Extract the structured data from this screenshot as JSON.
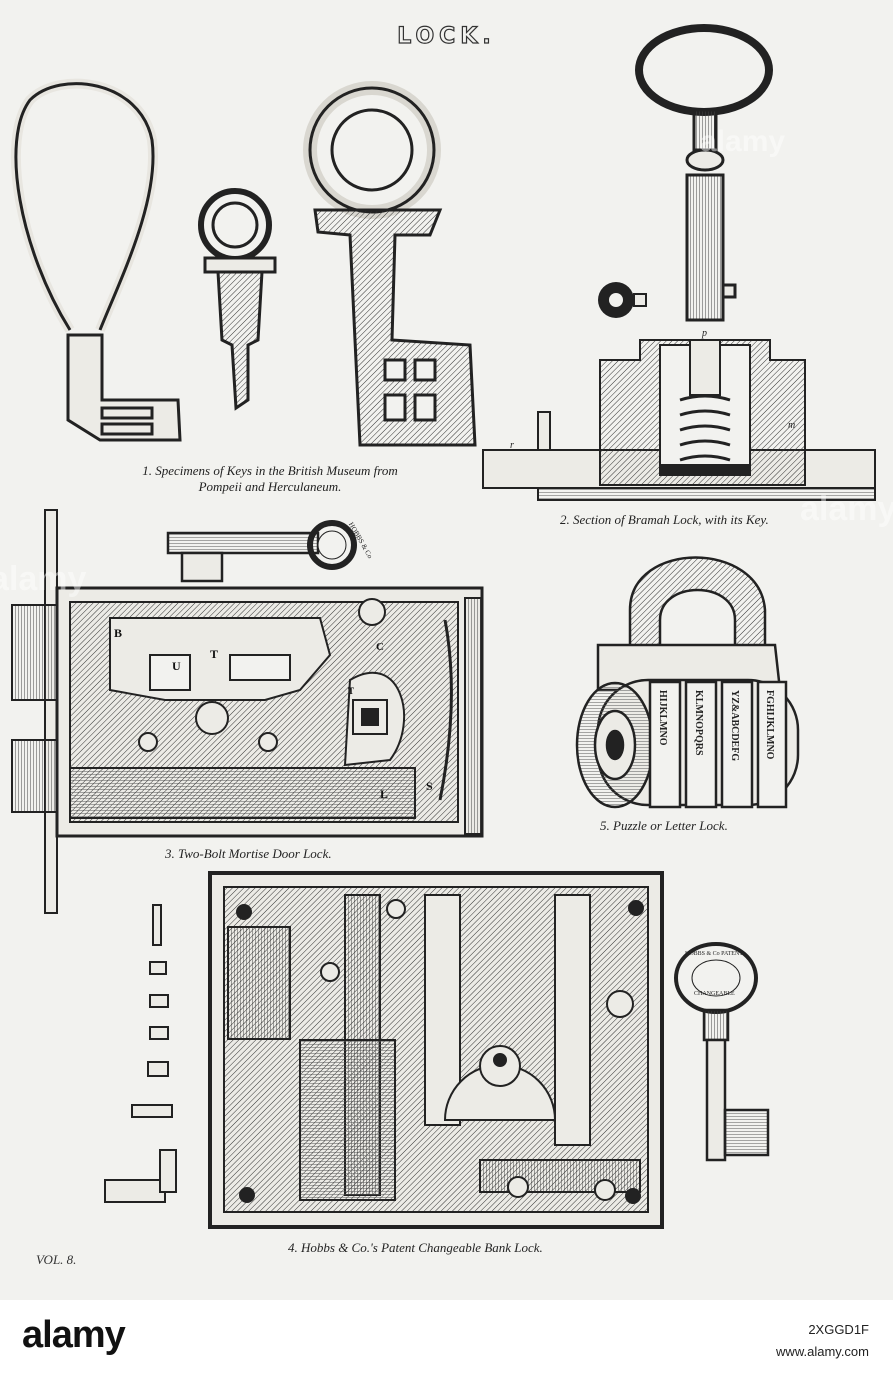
{
  "plate": {
    "title": "LOCK.",
    "figures": [
      {
        "id": "keys",
        "caption_line1": "1. Specimens of Keys in the British Museum from",
        "caption_line2": "Pompeii and Herculaneum."
      },
      {
        "id": "bramah",
        "caption": "2. Section of Bramah Lock, with its Key."
      },
      {
        "id": "mortise",
        "caption": "3. Two-Bolt Mortise Door Lock."
      },
      {
        "id": "hobbs",
        "caption": "4. Hobbs & Co.'s Patent Changeable Bank Lock."
      },
      {
        "id": "puzzle",
        "caption": "5. Puzzle or Letter Lock."
      }
    ],
    "volume": "VOL. 8."
  },
  "engraving_labels": {
    "bramah": {
      "p": "p",
      "r": "r",
      "m": "m"
    },
    "mortise": {
      "B": "B",
      "U": "U",
      "T": "T",
      "C": "C",
      "t": "T",
      "L": "L",
      "S": "S",
      "key_stamp": "HOBBS & Co"
    },
    "puzzle_rings": [
      "HIJKLMNO",
      "KLMNOPQRS",
      "YZ&ABCDEFG",
      "FGHIJKLMNO"
    ],
    "hobbs_key_stamp_1": "HOBBS & Co PATENT",
    "hobbs_key_stamp_2": "CHANGEABLE"
  },
  "watermark": {
    "brand": "alamy",
    "image_id": "2XGGD1F",
    "site": "www.alamy.com"
  },
  "colors": {
    "paper": "#f2f2ef",
    "ink": "#1e1e1e",
    "footer_bg": "#ffffff"
  }
}
